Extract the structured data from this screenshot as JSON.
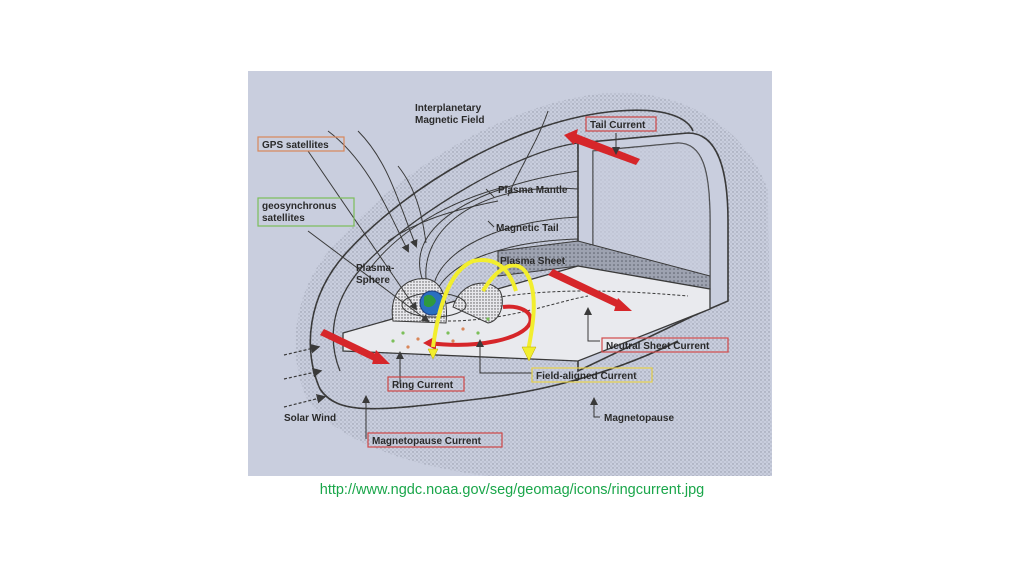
{
  "figure": {
    "labels": {
      "imf_line1": "Interplanetary",
      "imf_line2": "Magnetic Field",
      "tail_current": "Tail Current",
      "gps": "GPS satellites",
      "geo_line1": "geosynchronus",
      "geo_line2": "satellites",
      "plasma_mantle": "Plasma Mantle",
      "magnetic_tail": "Magnetic Tail",
      "plasma_sheet": "Plasma Sheet",
      "plasmasphere_line1": "Plasma-",
      "plasmasphere_line2": "Sphere",
      "neutral_sheet_current": "Neutral Sheet Current",
      "field_aligned_current": "Field-aligned Current",
      "ring_current": "Ring Current",
      "solar_wind": "Solar Wind",
      "magnetopause": "Magnetopause",
      "magnetopause_current": "Magnetopause  Current"
    },
    "colors": {
      "background": "#c9cede",
      "line": "#3a3a3a",
      "box_red": "#d24a4a",
      "box_green": "#7cbf5a",
      "box_orange": "#d9875a",
      "box_yellow": "#e6d04a",
      "current_red": "#d6262a",
      "current_yellow": "#f2ee2e",
      "earth_blue": "#2a6fc0",
      "earth_green": "#2f9a3e"
    }
  },
  "caption": "http://www.ngdc.noaa.gov/seg/geomag/icons/ringcurrent.jpg"
}
